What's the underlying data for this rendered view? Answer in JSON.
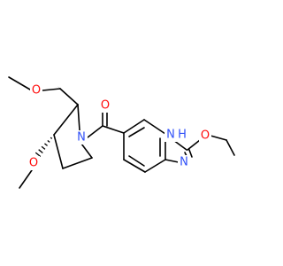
{
  "colors": {
    "background": "#ffffff",
    "bond": "#000000",
    "oxygen": "#ff0d0d",
    "nitrogen": "#3050f8",
    "carbon": "#000000"
  },
  "atoms": {
    "o_carbonyl": "O",
    "n_pyrrolidine": "N",
    "o_methoxymethyl": "O",
    "o_methoxy_ring": "O",
    "n_imidazole_h": "N",
    "h_imidazole": "H",
    "n_imidazole": "N",
    "o_ethoxy": "O"
  }
}
